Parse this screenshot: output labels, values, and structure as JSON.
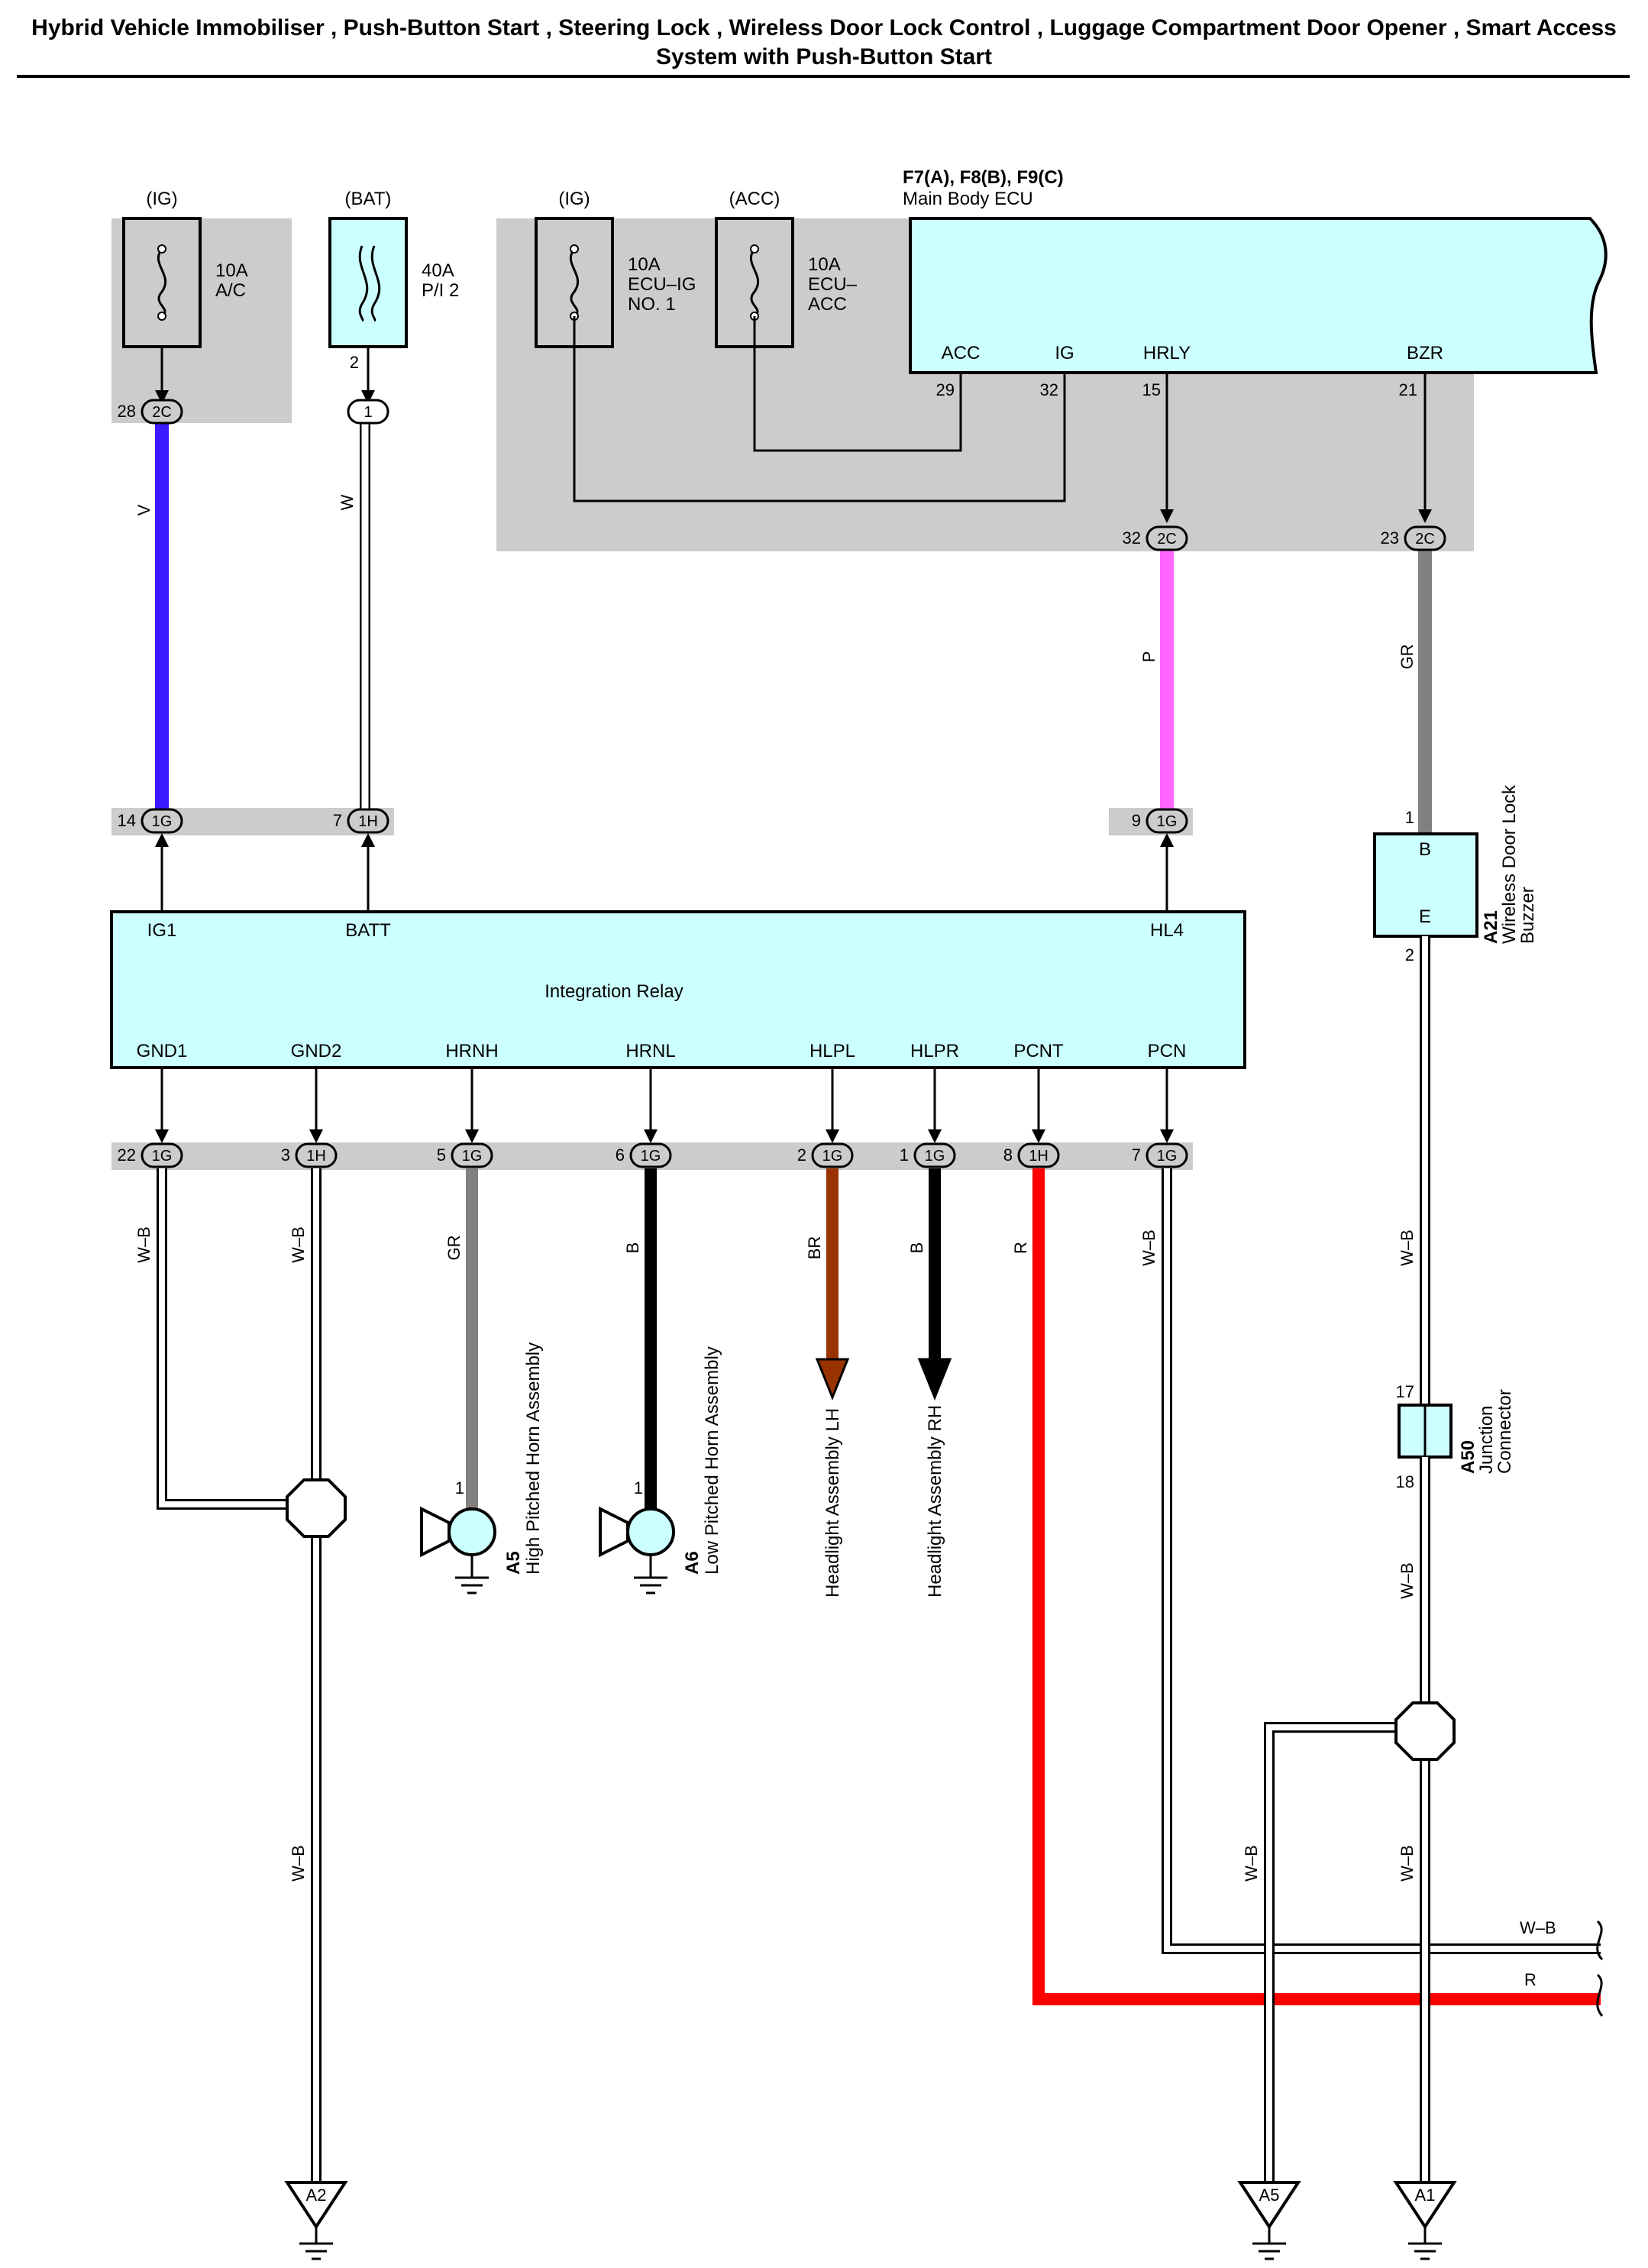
{
  "title": "Hybrid Vehicle Immobiliser , Push-Button Start , Steering Lock , Wireless Door Lock Control , Luggage Compartment Door Opener , Smart Access System with Push-Button Start",
  "fuses": [
    {
      "supply": "(IG)",
      "rating": "10A",
      "name": "A/C",
      "pin": "",
      "conn": "2C",
      "conn_pin": "28"
    },
    {
      "supply": "(BAT)",
      "rating": "40A",
      "name": "P/I 2",
      "pin": "2",
      "conn": "1",
      "conn_pin": ""
    },
    {
      "supply": "(IG)",
      "rating": "10A",
      "name_line1": "ECU–IG",
      "name_line2": "NO. 1"
    },
    {
      "supply": "(ACC)",
      "rating": "10A",
      "name_line1": "ECU–",
      "name_line2": "ACC"
    }
  ],
  "main_body_ecu": {
    "code": "F7(A), F8(B), F9(C)",
    "name": "Main Body ECU",
    "terminals": [
      {
        "label": "ACC",
        "pin": "29"
      },
      {
        "label": "IG",
        "pin": "32"
      },
      {
        "label": "HRLY",
        "pin": "15",
        "conn": "2C",
        "conn_pin": "32",
        "wire": "P"
      },
      {
        "label": "BZR",
        "pin": "21",
        "conn": "2C",
        "conn_pin": "23",
        "wire": "GR"
      }
    ]
  },
  "integration_relay": {
    "name": "Integration Relay",
    "inputs": [
      {
        "label": "IG1",
        "conn": "1G",
        "conn_pin": "14",
        "wire": "V"
      },
      {
        "label": "BATT",
        "conn": "1H",
        "conn_pin": "7",
        "wire": "W"
      },
      {
        "label": "HL4",
        "conn": "1G",
        "conn_pin": "9"
      }
    ],
    "outputs": [
      {
        "label": "GND1",
        "conn": "1G",
        "conn_pin": "22",
        "wire": "W–B"
      },
      {
        "label": "GND2",
        "conn": "1H",
        "conn_pin": "3",
        "wire": "W–B"
      },
      {
        "label": "HRNH",
        "conn": "1G",
        "conn_pin": "5",
        "wire": "GR"
      },
      {
        "label": "HRNL",
        "conn": "1G",
        "conn_pin": "6",
        "wire": "B"
      },
      {
        "label": "HLPL",
        "conn": "1G",
        "conn_pin": "2",
        "wire": "BR"
      },
      {
        "label": "HLPR",
        "conn": "1G",
        "conn_pin": "1",
        "wire": "B"
      },
      {
        "label": "PCNT",
        "conn": "1H",
        "conn_pin": "8",
        "wire": "R"
      },
      {
        "label": "PCN",
        "conn": "1G",
        "conn_pin": "7",
        "wire": "W–B"
      }
    ]
  },
  "buzzer": {
    "code": "A21",
    "name_line1": "Wireless Door Lock",
    "name_line2": "Buzzer",
    "term_b": "B",
    "term_e": "E",
    "pin_b": "1",
    "pin_e": "2",
    "wire_out": "W–B"
  },
  "junction": {
    "code": "A50",
    "name_line1": "Junction",
    "name_line2": "Connector",
    "pin_in": "17",
    "pin_out": "18",
    "wire_out": "W–B"
  },
  "horns": [
    {
      "code": "A5",
      "name": "High Pitched Horn Assembly",
      "pin": "1"
    },
    {
      "code": "A6",
      "name": "Low Pitched Horn Assembly",
      "pin": "1"
    }
  ],
  "headlights": [
    {
      "name": "Headlight Assembly LH"
    },
    {
      "name": "Headlight Assembly RH"
    }
  ],
  "grounds": [
    {
      "label": "A2",
      "wire": "W–B"
    },
    {
      "label": "A5",
      "wire": "W–B"
    },
    {
      "label": "A1",
      "wire": "W–B"
    }
  ],
  "right_exits": [
    {
      "wire": "W–B"
    },
    {
      "wire": "R"
    }
  ],
  "colors": {
    "module_fill": "#ccffff",
    "shade": "#cccccc",
    "wire_violet": "#3b1aff",
    "wire_pink": "#ff66ff",
    "wire_gray": "#808080",
    "wire_brown": "#993300",
    "wire_red": "#ff0000",
    "wire_black": "#000000"
  }
}
